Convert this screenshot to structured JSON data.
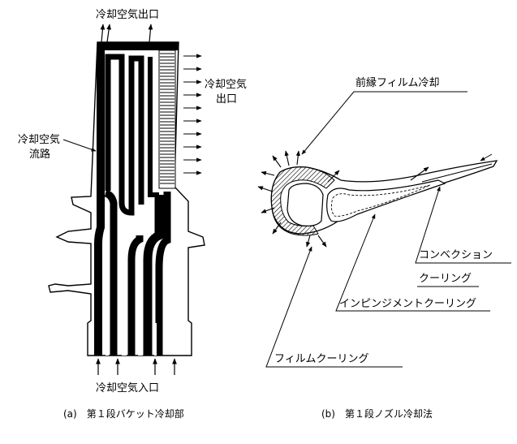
{
  "left_diagram": {
    "outlet_top_label": "冷却空気出口",
    "outlet_side_label_line1": "冷却空気",
    "outlet_side_label_line2": "出口",
    "flow_path_label_line1": "冷却空気",
    "flow_path_label_line2": "流路",
    "inlet_label": "冷却空気入口",
    "caption": "(a)　第１段バケット冷却部"
  },
  "right_diagram": {
    "leading_edge_label": "前縁フィルム冷却",
    "convection_label_line1": "コンベクション",
    "convection_label_line2": "クーリング",
    "impingement_label": "インピンジメントクーリング",
    "film_label": "フィルムクーリング",
    "caption": "(b)　第１段ノズル冷却法"
  },
  "colors": {
    "ink": "#000000",
    "background": "#ffffff"
  }
}
